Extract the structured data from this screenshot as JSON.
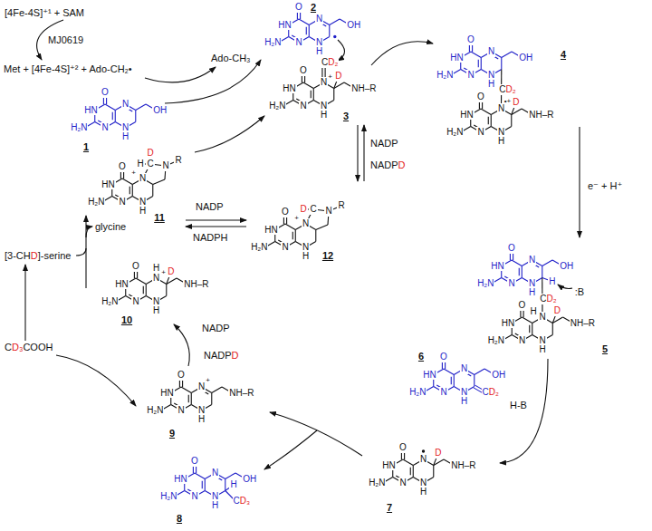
{
  "diagram": {
    "labels": [
      "[4Fe-4S]⁺¹ + SAM",
      "MJ0619",
      "Met + [4Fe-4S]⁺² + Ado-CH₂•",
      "Ado-CH₃",
      "[3-CH",
      "D",
      "]-serine",
      "glycine",
      "C",
      "D₃",
      "COOH",
      "NADP",
      "NADPH",
      "NADP",
      "NADP",
      "D",
      "NADP",
      "NADP",
      "D",
      "e⁻ + H⁺",
      "O",
      "HN",
      "N",
      "H₂N",
      "N",
      "N",
      "H",
      "OH",
      "1",
      "O",
      "HN",
      "N",
      "H₂N",
      "N",
      "N",
      "H",
      "OH",
      "2",
      "O",
      "HN",
      "N",
      "H₂N",
      "N",
      "+",
      "N",
      "H",
      "C",
      "D₂",
      "D",
      "NH–R",
      "3",
      "O",
      "HN",
      "N",
      "H₂N",
      "N",
      "N",
      "H",
      "OH",
      "C",
      "D₂",
      "O",
      "HN",
      "N",
      "H₂N",
      "N",
      "•+",
      "N",
      "H",
      "D",
      "NH–R",
      "4",
      "O",
      "HN",
      "N",
      "H₂N",
      "N",
      "N",
      "H",
      "OH",
      "H",
      "C",
      "D₂",
      ":B",
      "O",
      "HN",
      "N",
      "H₂N",
      "N",
      "H",
      "N",
      "H",
      "D",
      "NH–R",
      "5",
      "O",
      "HN",
      "N",
      "H₂N",
      "N",
      "N",
      "H",
      "OH",
      "C",
      "D₂",
      "6",
      "H-B",
      "O",
      "HN",
      "N",
      "H₂N",
      "N",
      "N",
      "H",
      "D",
      "NH–R",
      "7",
      "O",
      "HN",
      "N",
      "H₂N",
      "N",
      "N",
      "H",
      "OH",
      "H",
      "C",
      "D₃",
      "8",
      "O",
      "HN",
      "N",
      "H₂N",
      "N",
      "+",
      "N",
      "H",
      "NH–R",
      "9",
      "O",
      "HN",
      "N",
      "H₂N",
      "H",
      "N",
      "+",
      "N",
      "H",
      "D",
      "NH–R",
      "10",
      "O",
      "HN",
      "N",
      "H₂N",
      "N",
      "+",
      "N",
      "H",
      "H",
      "C",
      "D",
      "N",
      "R",
      "11",
      "O",
      "HN",
      "N",
      "H₂N",
      "N",
      "+",
      "N",
      "H",
      "D",
      "C",
      "N",
      "R",
      "12"
    ]
  }
}
